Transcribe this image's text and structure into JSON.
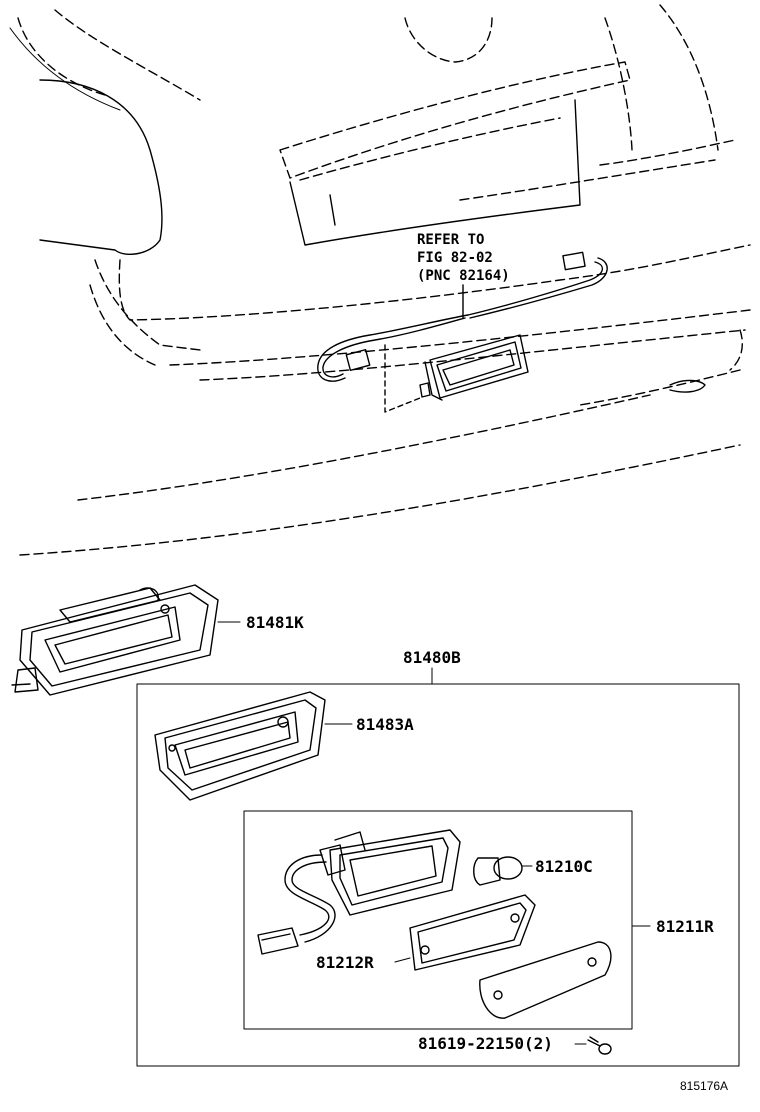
{
  "refer_note": {
    "line1": "REFER TO",
    "line2": "FIG 82-02",
    "line3": "(PNC 82164)"
  },
  "parts": {
    "lamp_housing": "81481K",
    "lamp_assembly": "81480B",
    "lens_rim": "81483A",
    "bulb": "81210C",
    "socket_assembly": "81211R",
    "gasket": "81212R",
    "screw": "81619-22150(2)"
  },
  "figure_id": "815176A"
}
